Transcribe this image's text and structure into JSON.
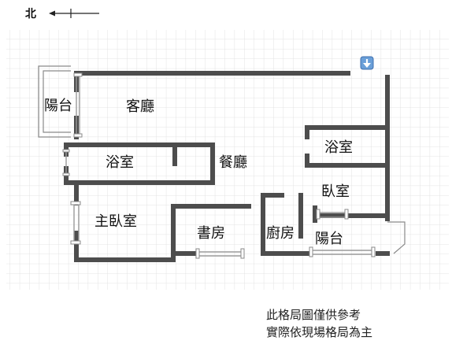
{
  "compass": {
    "label": "北"
  },
  "rooms": {
    "balcony_north": "陽台",
    "living_room": "客廳",
    "bathroom_left": "浴室",
    "dining_room": "餐廳",
    "bathroom_right": "浴室",
    "bedroom": "臥室",
    "master_bedroom": "主臥室",
    "study": "書房",
    "kitchen": "廚房",
    "balcony_south": "陽台"
  },
  "disclaimer": {
    "line1": "此格局圖僅供參考",
    "line2": "實際依現場格局為主"
  },
  "colors": {
    "wall": "#4d4d4d",
    "grid": "#d9d9d9",
    "entrance_icon": "#6a9fd8"
  },
  "icons": {
    "entrance": "down-arrow-icon",
    "compass": "north-arrow-icon"
  }
}
